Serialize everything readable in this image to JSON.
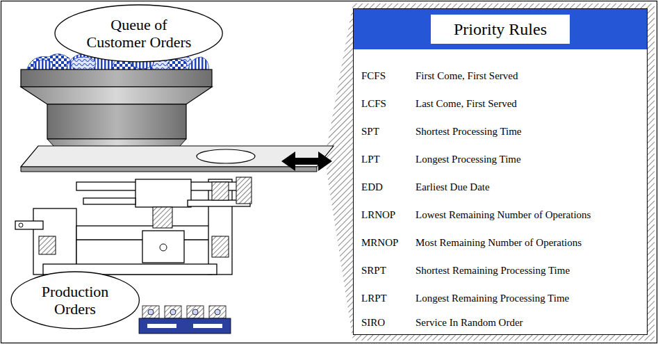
{
  "diagram": {
    "nodes": [
      {
        "text": [
          "Queue of Customer Orders"
        ]
      },
      {
        "text": [
          "Production Orders"
        ]
      },
      {
        "text": [
          "Priority Rules"
        ]
      }
    ],
    "labels": [
      "FCFS",
      "First Come, First Served",
      "LCFS",
      "Last Come, First Served",
      "SPT",
      "Shortest Processing Time",
      "LPT",
      "Longest Processing Time",
      "EDD",
      "Earliest Due Date",
      "LRNOP",
      "Lowest Remaining Number of Operations",
      "MRNOP",
      "Most Remaining Number of Operations",
      "SRPT",
      "Shortest Remaining Processing Time",
      "LRPT",
      "Longest Remaining Processing Time",
      "SIRO",
      "Service In Random Order"
    ]
  }
}
